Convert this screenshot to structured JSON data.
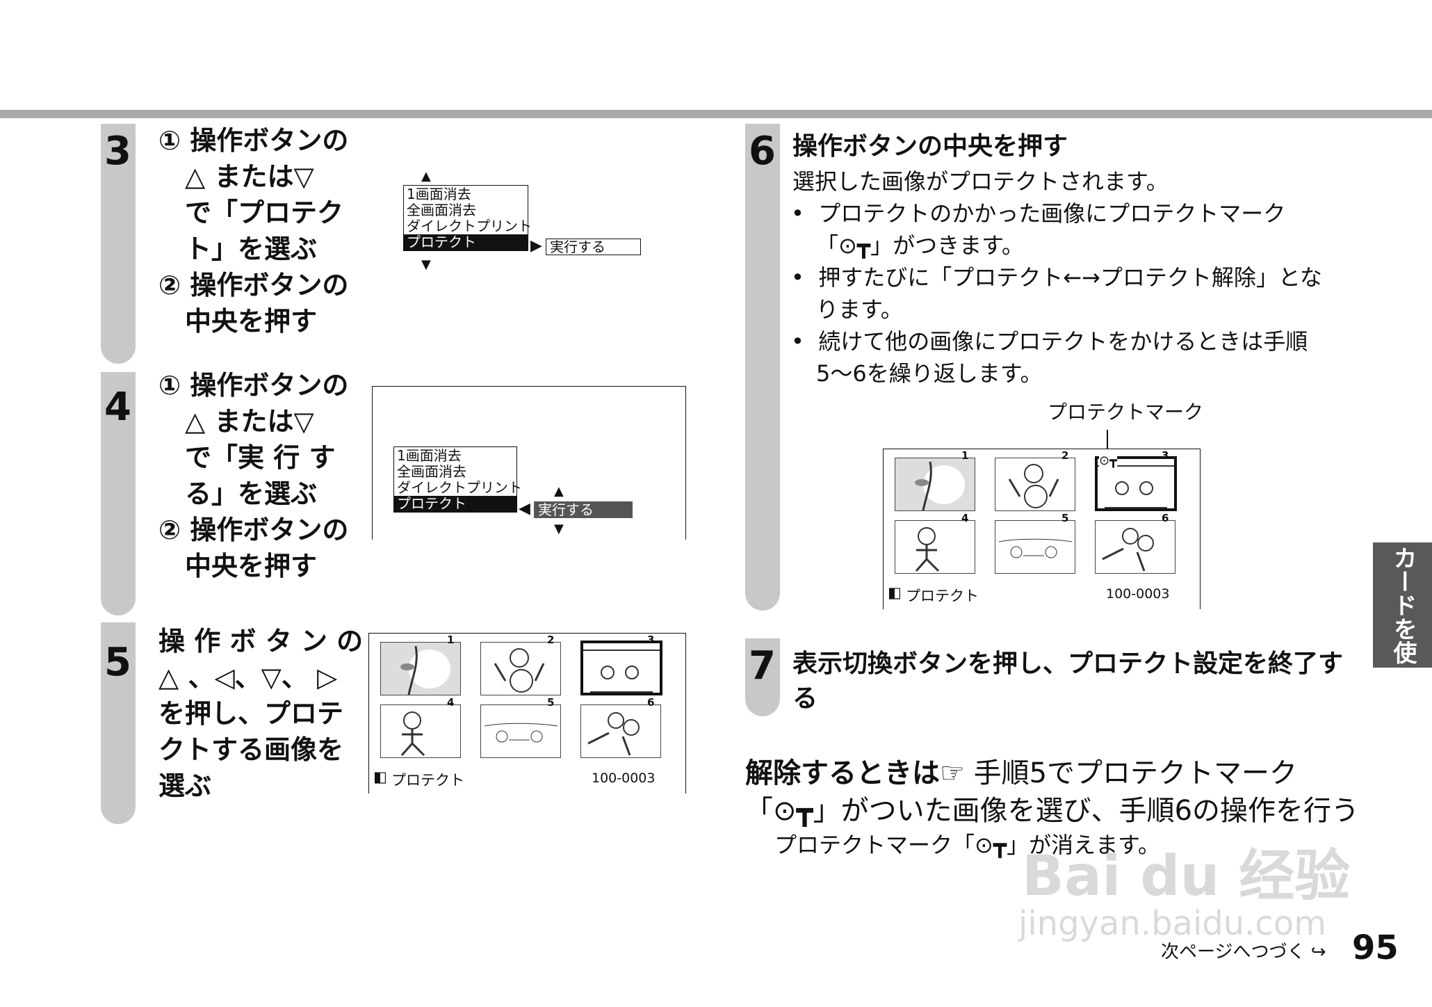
{
  "steps": {
    "s3": {
      "num": "3",
      "lines": [
        "① 操作ボタンの",
        "　△ または▽",
        "　で「プロテク",
        "　ト」を選ぶ",
        "② 操作ボタンの",
        "　中央を押す"
      ],
      "menu": [
        "1画面消去",
        "全画面消去",
        "ダイレクトプリント",
        "プロテクト"
      ],
      "exec": "実行する"
    },
    "s4": {
      "num": "4",
      "lines": [
        "① 操作ボタンの",
        "　△ または▽",
        "　で「実 行 す",
        "　る」を選ぶ",
        "② 操作ボタンの",
        "　中央を押す"
      ],
      "menu": [
        "1画面消去",
        "全画面消去",
        "ダイレクトプリント",
        "プロテクト"
      ],
      "exec": "実行する"
    },
    "s5": {
      "num": "5",
      "lines": [
        "操 作 ボ タ ン の",
        "△ 、◁、▽、 ▷",
        "を押し、プロテ",
        "クトする画像を",
        "選ぶ"
      ],
      "screen_label": "プロテクト",
      "screen_file": "100-0003",
      "thumb_numbers": [
        "1",
        "2",
        "3",
        "4",
        "5",
        "6"
      ]
    },
    "s6": {
      "num": "6",
      "heading": "操作ボタンの中央を押す",
      "text": "選択した画像がプロテクトされます。",
      "bullets": [
        [
          "プロテクトのかかった画像にプロテクトマーク",
          "「⊙┳」がつきます。"
        ],
        [
          "押すたびに「プロテクト←→プロテクト解除」とな",
          "ります。"
        ],
        [
          "続けて他の画像にプロテクトをかけるときは手順",
          "5〜6を繰り返します。"
        ]
      ],
      "callout": "プロテクトマーク",
      "screen_label": "プロテクト",
      "screen_file": "100-0003",
      "thumb_numbers": [
        "1",
        "2",
        "3",
        "4",
        "5",
        "6"
      ]
    },
    "s7": {
      "num": "7",
      "lines": [
        "表示切換ボタンを押し、プロテクト設定を終了す",
        "る"
      ]
    }
  },
  "release": {
    "head": "解除するときは",
    "ref_icon": "☞",
    "line1": " 手順5でプロテクトマーク",
    "line2": "「⊙┳」がついた画像を選び、手順6の操作を行う",
    "line3": "プロテクトマーク「⊙┳」が消えます。"
  },
  "side_tab": "カードを使う",
  "footer": {
    "next": "次ページへつづく",
    "page": "95"
  },
  "watermark": {
    "line1": "Bai du 经验",
    "line2": "jingyan.baidu.com"
  }
}
